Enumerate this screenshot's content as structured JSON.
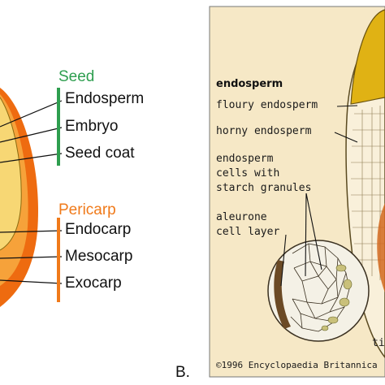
{
  "left_panel": {
    "seed_group": {
      "title": "Seed",
      "color": "#2e9e4f",
      "items": [
        "Endosperm",
        "Embryo",
        "Seed coat"
      ]
    },
    "pericarp_group": {
      "title": "Pericarp",
      "color": "#f07a1a",
      "items": [
        "Endocarp",
        "Mesocarp",
        "Exocarp"
      ]
    }
  },
  "right_panel": {
    "heading": "endosperm",
    "labels": {
      "floury": "floury endosperm",
      "horny": "horny endosperm",
      "cells_line1": "endosperm",
      "cells_line2": "cells with",
      "cells_line3": "starch granules",
      "aleurone_line1": "aleurone",
      "aleurone_line2": "cell layer",
      "partial": "ti"
    },
    "copyright": "©1996 Encyclopaedia Britannica",
    "background_color": "#f6e8c6",
    "kernel_cap_color": "#e0b214"
  },
  "panel_letter": "B."
}
